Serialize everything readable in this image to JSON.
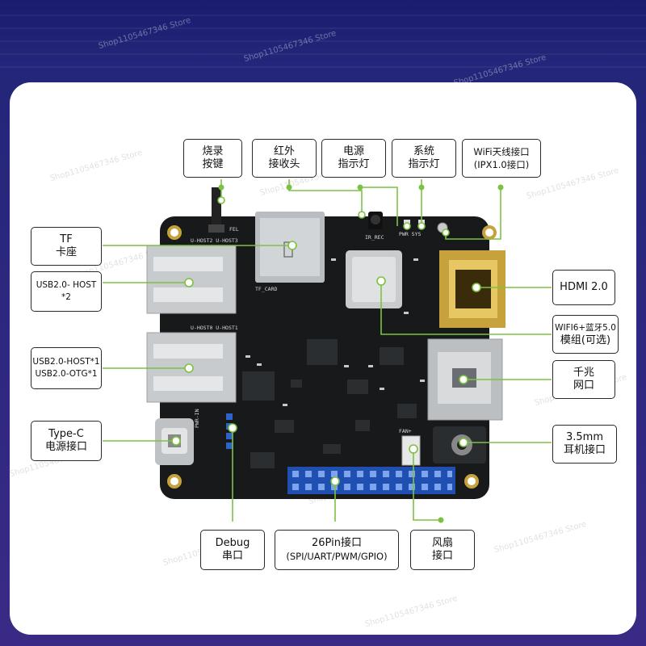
{
  "watermark": "Shop1105467346 Store",
  "labels": {
    "burn_button": [
      "烧录",
      "按键"
    ],
    "ir_receiver": [
      "红外",
      "接收头"
    ],
    "power_led": [
      "电源",
      "指示灯"
    ],
    "system_led": [
      "系统",
      "指示灯"
    ],
    "wifi_antenna": [
      "WiFi天线接口",
      "(IPX1.0接口)"
    ],
    "tf_slot": [
      "TF",
      "卡座"
    ],
    "usb_host2": [
      "USB2.0- HOST",
      "*2"
    ],
    "usb_host_otg": [
      "USB2.0-HOST*1",
      "USB2.0-OTG*1"
    ],
    "typec_power": [
      "Type-C",
      "电源接口"
    ],
    "hdmi": [
      "HDMI 2.0"
    ],
    "wifi_bt_module": [
      "WIFI6+蓝牙5.0",
      "模组(可选)"
    ],
    "gigabit_lan": [
      "千兆",
      "网口"
    ],
    "audio_jack": [
      "3.5mm",
      "耳机接口"
    ],
    "debug_uart": [
      "Debug",
      "串口"
    ],
    "gpio_header": [
      "26Pin接口",
      "(SPI/UART/PWM/GPIO)"
    ],
    "fan_port": [
      "风扇",
      "接口"
    ]
  },
  "silkscreen": {
    "fel": "FEL",
    "host2_3": "U-HOST2 U-HOST3",
    "host0_1": "U-HOST0 U-HOST1",
    "tf_card": "TF_CARD",
    "ir_rec": "IR_REC",
    "pwr_sys": "PWR SYS",
    "pwr_in": "PWR-IN",
    "fan": "FAN+"
  },
  "colors": {
    "annotation_line": "#7cc242",
    "pcb": "#17191b",
    "gold": "#c7a23c",
    "gpio_pins": "#2f63c8"
  }
}
